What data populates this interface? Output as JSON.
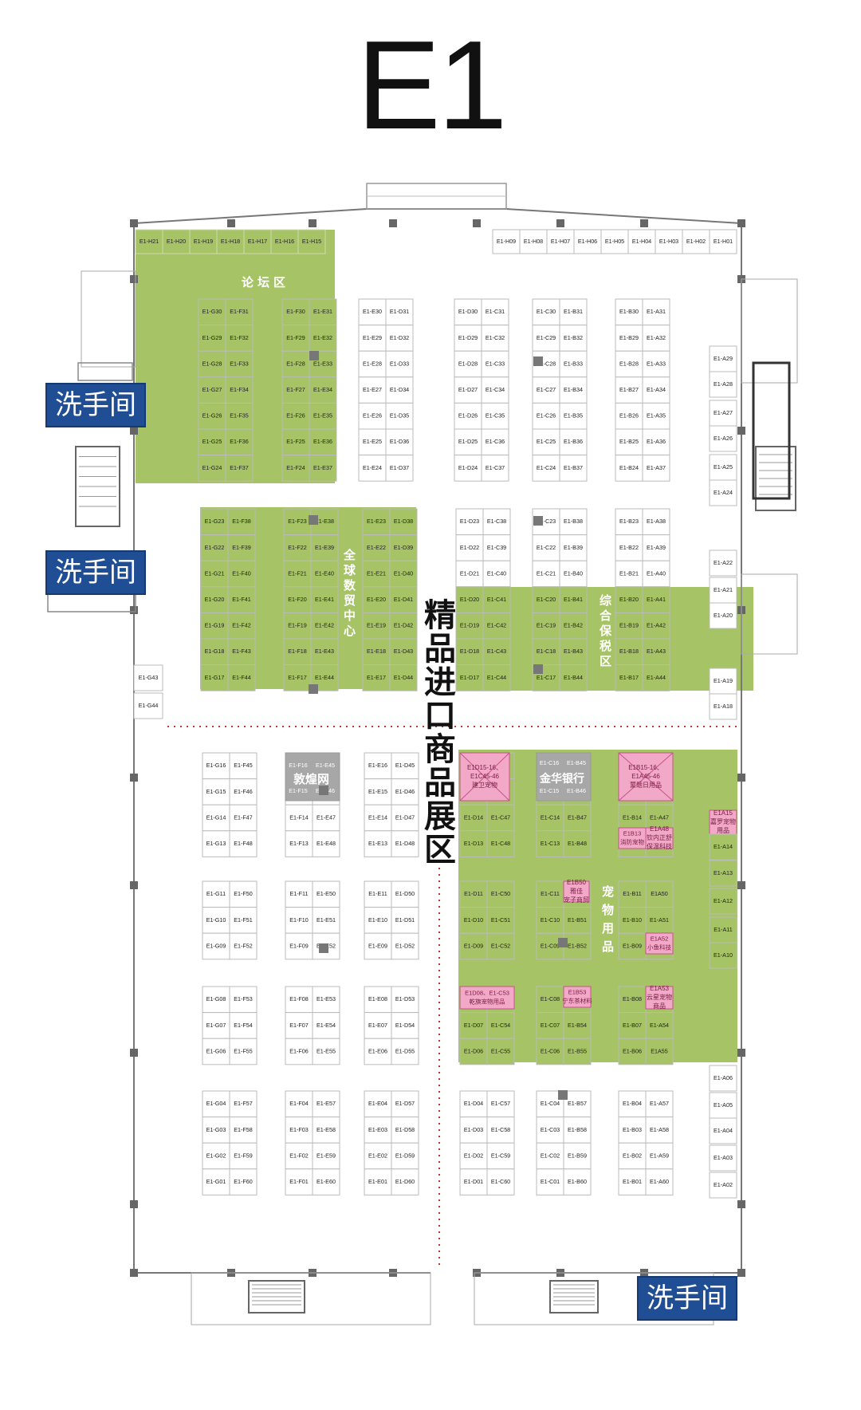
{
  "title": "E1",
  "main_zone": "精品进口商品展区",
  "washrooms": [
    "洗手间",
    "洗手间",
    "洗手间"
  ],
  "zones": {
    "forum": "论坛区",
    "digital_trade": "全球数贸中心",
    "bonded": "综合保税区",
    "pet": "宠物用品",
    "dunhuang": "敦煌网",
    "bank": "金华银行"
  },
  "colors": {
    "green": "#a6c365",
    "pink": "#f1a9c7",
    "grey": "#a7a7a7",
    "navy": "#1f4e94"
  },
  "top_h_left": [
    "E1-H21",
    "E1-H20",
    "E1-H19",
    "E1-H18",
    "E1-H17",
    "E1-H16",
    "E1-H15"
  ],
  "top_h_right": [
    "E1-H09",
    "E1-H08",
    "E1-H07",
    "E1-H06",
    "E1-H05",
    "E1-H04",
    "E1-H03",
    "E1-H02",
    "E1-H01"
  ],
  "right_a_col": [
    "E1-A29",
    "E1-A28",
    "E1-A27",
    "E1-A26",
    "E1-A25",
    "E1-A24",
    "E1-A22",
    "E1-A21",
    "E1-A20",
    "E1-A19",
    "E1-A18",
    "E1-A14",
    "E1-A13",
    "E1-A12",
    "E1-A11",
    "E1-A10",
    "E1-A06",
    "E1-A05",
    "E1-A04",
    "E1-A03",
    "E1-A02"
  ],
  "left_g_col": [
    "E1-G43",
    "E1-G44"
  ],
  "blocks": [
    {
      "rows": [
        [
          "E1-G30",
          "E1-F31"
        ],
        [
          "E1-G29",
          "E1-F32"
        ],
        [
          "E1-G28",
          "E1-F33"
        ],
        [
          "E1-G27",
          "E1-F34"
        ],
        [
          "E1-G26",
          "E1-F35"
        ],
        [
          "E1-G25",
          "E1-F36"
        ],
        [
          "E1-G24",
          "E1-F37"
        ]
      ]
    },
    {
      "rows": [
        [
          "E1-F30",
          "E1-E31"
        ],
        [
          "E1-F29",
          "E1-E32"
        ],
        [
          "E1-F28",
          "E1-E33"
        ],
        [
          "E1-F27",
          "E1-E34"
        ],
        [
          "E1-F26",
          "E1-E35"
        ],
        [
          "E1-F25",
          "E1-E36"
        ],
        [
          "E1-F24",
          "E1-E37"
        ]
      ]
    },
    {
      "rows": [
        [
          "E1-E30",
          "E1-D31"
        ],
        [
          "E1-E29",
          "E1-D32"
        ],
        [
          "E1-E28",
          "E1-D33"
        ],
        [
          "E1-E27",
          "E1-D34"
        ],
        [
          "E1-E26",
          "E1-D35"
        ],
        [
          "E1-E25",
          "E1-D36"
        ],
        [
          "E1-E24",
          "E1-D37"
        ]
      ]
    },
    {
      "rows": [
        [
          "E1-D30",
          "E1-C31"
        ],
        [
          "E1-D29",
          "E1-C32"
        ],
        [
          "E1-D28",
          "E1-C33"
        ],
        [
          "E1-D27",
          "E1-C34"
        ],
        [
          "E1-D26",
          "E1-C35"
        ],
        [
          "E1-D25",
          "E1-C36"
        ],
        [
          "E1-D24",
          "E1-C37"
        ]
      ]
    },
    {
      "rows": [
        [
          "E1-C30",
          "E1-B31"
        ],
        [
          "E1-C29",
          "E1-B32"
        ],
        [
          "E1-C28",
          "E1-B33"
        ],
        [
          "E1-C27",
          "E1-B34"
        ],
        [
          "E1-C26",
          "E1-B35"
        ],
        [
          "E1-C25",
          "E1-B36"
        ],
        [
          "E1-C24",
          "E1-B37"
        ]
      ]
    },
    {
      "rows": [
        [
          "E1-B30",
          "E1-A31"
        ],
        [
          "E1-B29",
          "E1-A32"
        ],
        [
          "E1-B28",
          "E1-A33"
        ],
        [
          "E1-B27",
          "E1-A34"
        ],
        [
          "E1-B26",
          "E1-A35"
        ],
        [
          "E1-B25",
          "E1-A36"
        ],
        [
          "E1-B24",
          "E1-A37"
        ]
      ]
    },
    {
      "rows": [
        [
          "E1-G23",
          "E1-F38"
        ],
        [
          "E1-G22",
          "E1-F39"
        ],
        [
          "E1-G21",
          "E1-F40"
        ],
        [
          "E1-G20",
          "E1-F41"
        ],
        [
          "E1-G19",
          "E1-F42"
        ],
        [
          "E1-G18",
          "E1-F43"
        ],
        [
          "E1-G17",
          "E1-F44"
        ]
      ]
    },
    {
      "rows": [
        [
          "E1-F23",
          "E1-E38"
        ],
        [
          "E1-F22",
          "E1-E39"
        ],
        [
          "E1-F21",
          "E1-E40"
        ],
        [
          "E1-F20",
          "E1-E41"
        ],
        [
          "E1-F19",
          "E1-E42"
        ],
        [
          "E1-F18",
          "E1-E43"
        ],
        [
          "E1-F17",
          "E1-E44"
        ]
      ]
    },
    {
      "rows": [
        [
          "E1-E23",
          "E1-D38"
        ],
        [
          "E1-E22",
          "E1-D39"
        ],
        [
          "E1-E21",
          "E1-D40"
        ],
        [
          "E1-E20",
          "E1-D41"
        ],
        [
          "E1-E19",
          "E1-D42"
        ],
        [
          "E1-E18",
          "E1-D43"
        ],
        [
          "E1-E17",
          "E1-D44"
        ]
      ]
    },
    {
      "rows": [
        [
          "E1-D23",
          "E1-C38"
        ],
        [
          "E1-D22",
          "E1-C39"
        ],
        [
          "E1-D21",
          "E1-C40"
        ],
        [
          "E1-D20",
          "E1-C41"
        ],
        [
          "E1-D19",
          "E1-C42"
        ],
        [
          "E1-D18",
          "E1-C43"
        ],
        [
          "E1-D17",
          "E1-C44"
        ]
      ]
    },
    {
      "rows": [
        [
          "E1-C23",
          "E1-B38"
        ],
        [
          "E1-C22",
          "E1-B39"
        ],
        [
          "E1-C21",
          "E1-B40"
        ],
        [
          "E1-C20",
          "E1-B41"
        ],
        [
          "E1-C19",
          "E1-B42"
        ],
        [
          "E1-C18",
          "E1-B43"
        ],
        [
          "E1-C17",
          "E1-B44"
        ]
      ]
    },
    {
      "rows": [
        [
          "E1-B23",
          "E1-A38"
        ],
        [
          "E1-B22",
          "E1-A39"
        ],
        [
          "E1-B21",
          "E1-A40"
        ],
        [
          "E1-B20",
          "E1-A41"
        ],
        [
          "E1-B19",
          "E1-A42"
        ],
        [
          "E1-B18",
          "E1-A43"
        ],
        [
          "E1-B17",
          "E1-A44"
        ]
      ]
    },
    {
      "rows": [
        [
          "E1-G16",
          "E1-F45"
        ],
        [
          "E1-G15",
          "E1-F46"
        ],
        [
          "E1-G14",
          "E1-F47"
        ],
        [
          "E1-G13",
          "E1-F48"
        ]
      ]
    },
    {
      "rows": [
        [
          "E1-F16",
          "E1-E45"
        ],
        [
          "E1-F15",
          "E1-E46"
        ],
        [
          "E1-F14",
          "E1-E47"
        ],
        [
          "E1-F13",
          "E1-E48"
        ]
      ]
    },
    {
      "rows": [
        [
          "E1-E16",
          "E1-D45"
        ],
        [
          "E1-E15",
          "E1-D46"
        ],
        [
          "E1-E14",
          "E1-D47"
        ],
        [
          "E1-E13",
          "E1-D48"
        ]
      ]
    },
    {
      "rows": [
        [
          "",
          ""
        ],
        [
          "",
          ""
        ],
        [
          "E1-D14",
          "E1-C47"
        ],
        [
          "E1-D13",
          "E1-C48"
        ]
      ]
    },
    {
      "rows": [
        [
          "E1-C16",
          "E1-B45"
        ],
        [
          "E1-C15",
          "E1-B46"
        ],
        [
          "E1-C14",
          "E1-B47"
        ],
        [
          "E1-C13",
          "E1-B48"
        ]
      ]
    },
    {
      "rows": [
        [
          "",
          ""
        ],
        [
          "",
          ""
        ],
        [
          "E1-B14",
          "E1-A47"
        ],
        [
          "",
          ""
        ]
      ]
    },
    {
      "rows": [
        [
          "E1-G11",
          "E1-F50"
        ],
        [
          "E1-G10",
          "E1-F51"
        ],
        [
          "E1-G09",
          "E1-F52"
        ]
      ]
    },
    {
      "rows": [
        [
          "E1-F11",
          "E1-E50"
        ],
        [
          "E1-F10",
          "E1-E51"
        ],
        [
          "E1-F09",
          "E1-E52"
        ]
      ]
    },
    {
      "rows": [
        [
          "E1-E11",
          "E1-D50"
        ],
        [
          "E1-E10",
          "E1-D51"
        ],
        [
          "E1-E09",
          "E1-D52"
        ]
      ]
    },
    {
      "rows": [
        [
          "E1-D11",
          "E1-C50"
        ],
        [
          "E1-D10",
          "E1-C51"
        ],
        [
          "E1-D09",
          "E1-C52"
        ]
      ]
    },
    {
      "rows": [
        [
          "E1-C11",
          ""
        ],
        [
          "E1-C10",
          "E1-B51"
        ],
        [
          "E1-C09",
          "E1-B52"
        ]
      ]
    },
    {
      "rows": [
        [
          "E1-B11",
          "E1A50"
        ],
        [
          "E1-B10",
          "E1-A51"
        ],
        [
          "E1-B09",
          ""
        ]
      ]
    },
    {
      "rows": [
        [
          "E1-G08",
          "E1-F53"
        ],
        [
          "E1-G07",
          "E1-F54"
        ],
        [
          "E1-G06",
          "E1-F55"
        ]
      ]
    },
    {
      "rows": [
        [
          "E1-F08",
          "E1-E53"
        ],
        [
          "E1-F07",
          "E1-E54"
        ],
        [
          "E1-F06",
          "E1-E55"
        ]
      ]
    },
    {
      "rows": [
        [
          "E1-E08",
          "E1-D53"
        ],
        [
          "E1-E07",
          "E1-D54"
        ],
        [
          "E1-E06",
          "E1-D55"
        ]
      ]
    },
    {
      "rows": [
        [
          "",
          ""
        ],
        [
          "E1-D07",
          "E1-C54"
        ],
        [
          "E1-D06",
          "E1-C55"
        ]
      ]
    },
    {
      "rows": [
        [
          "E1-C08",
          ""
        ],
        [
          "E1-C07",
          "E1-B54"
        ],
        [
          "E1-C06",
          "E1-B55"
        ]
      ]
    },
    {
      "rows": [
        [
          "E1-B08",
          ""
        ],
        [
          "E1-B07",
          "E1-A54"
        ],
        [
          "E1-B06",
          "E1A55"
        ]
      ]
    },
    {
      "rows": [
        [
          "E1-G04",
          "E1-F57"
        ],
        [
          "E1-G03",
          "E1-F58"
        ],
        [
          "E1-G02",
          "E1-F59"
        ],
        [
          "E1-G01",
          "E1-F60"
        ]
      ]
    },
    {
      "rows": [
        [
          "E1-F04",
          "E1-E57"
        ],
        [
          "E1-F03",
          "E1-E58"
        ],
        [
          "E1-F02",
          "E1-E59"
        ],
        [
          "E1-F01",
          "E1-E60"
        ]
      ]
    },
    {
      "rows": [
        [
          "E1-E04",
          "E1-D57"
        ],
        [
          "E1-E03",
          "E1-D58"
        ],
        [
          "E1-E02",
          "E1-D59"
        ],
        [
          "E1-E01",
          "E1-D60"
        ]
      ]
    },
    {
      "rows": [
        [
          "E1-D04",
          "E1-C57"
        ],
        [
          "E1-D03",
          "E1-C58"
        ],
        [
          "E1-D02",
          "E1-C59"
        ],
        [
          "E1-D01",
          "E1-C60"
        ]
      ]
    },
    {
      "rows": [
        [
          "E1-C04",
          "E1-B57"
        ],
        [
          "E1-C03",
          "E1-B58"
        ],
        [
          "E1-C02",
          "E1-B59"
        ],
        [
          "E1-C01",
          "E1-B60"
        ]
      ]
    },
    {
      "rows": [
        [
          "E1-B04",
          "E1-A57"
        ],
        [
          "E1-B03",
          "E1-A58"
        ],
        [
          "E1-B02",
          "E1-A59"
        ],
        [
          "E1-B01",
          "E1-A60"
        ]
      ]
    }
  ],
  "pink_booths": {
    "d15": [
      "E1D15-16、",
      "E1C45-46",
      "建卫宠物"
    ],
    "b15": [
      "E1B15-16、",
      "E1A45-46",
      "蒙题日用品"
    ],
    "a15": [
      "E1A15",
      "嘉罗宠物",
      "用品"
    ],
    "b13": [
      "E1B13",
      "消防宠物"
    ],
    "a48": [
      "E1A48",
      "钦内正舒",
      "保温科技"
    ],
    "b50": [
      "E1B50",
      "雅佳",
      "宠子商贸"
    ],
    "a52": [
      "E1A52",
      "小鱼科技"
    ],
    "d08": [
      "E1D08、E1-C53",
      "乾旗宠物用品"
    ],
    "b53": [
      "E1B53",
      "宁东茶材料"
    ],
    "a53": [
      "E1A53",
      "云星宠物",
      "商品"
    ]
  }
}
